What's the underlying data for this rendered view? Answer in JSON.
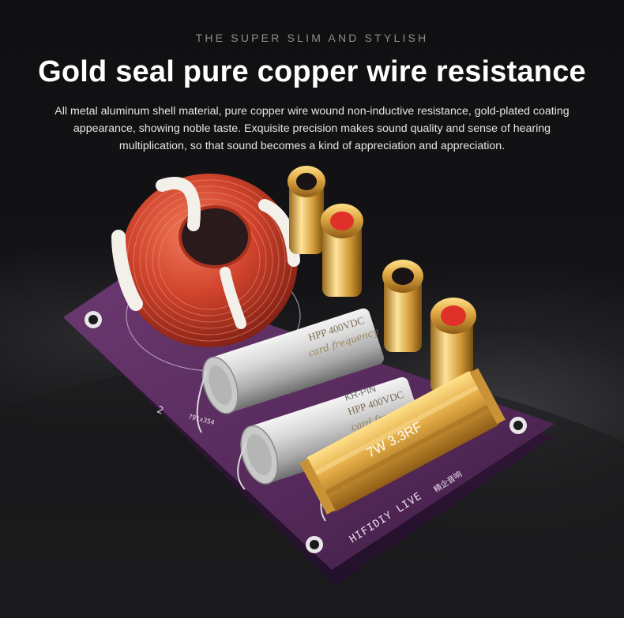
{
  "header": {
    "kicker": "THE SUPER  SLIM AND STYLISH",
    "title": "Gold seal pure copper wire resistance",
    "description": "All metal aluminum shell material, pure copper wire wound non-inductive resistance, gold-plated coating appearance, showing noble taste.  Exquisite precision makes sound quality and sense of hearing multiplication, so that sound becomes a kind of appreciation and appreciation."
  },
  "product": {
    "resistor_label": "7W 3.3RF",
    "board_brand": "HIFIDIY LIVE",
    "board_brand_cn": "精企音响",
    "capacitor_brand": "KR-PIN",
    "capacitor_rating": "HPP 400VDC",
    "capacitor_script": "card frequency",
    "board_mark_number": "2",
    "board_mark_code": "791x354",
    "colors": {
      "board": "#5a2d5e",
      "copper": "#d34a32",
      "gold": "#d9a441",
      "terminal_red": "#e0302a"
    }
  }
}
